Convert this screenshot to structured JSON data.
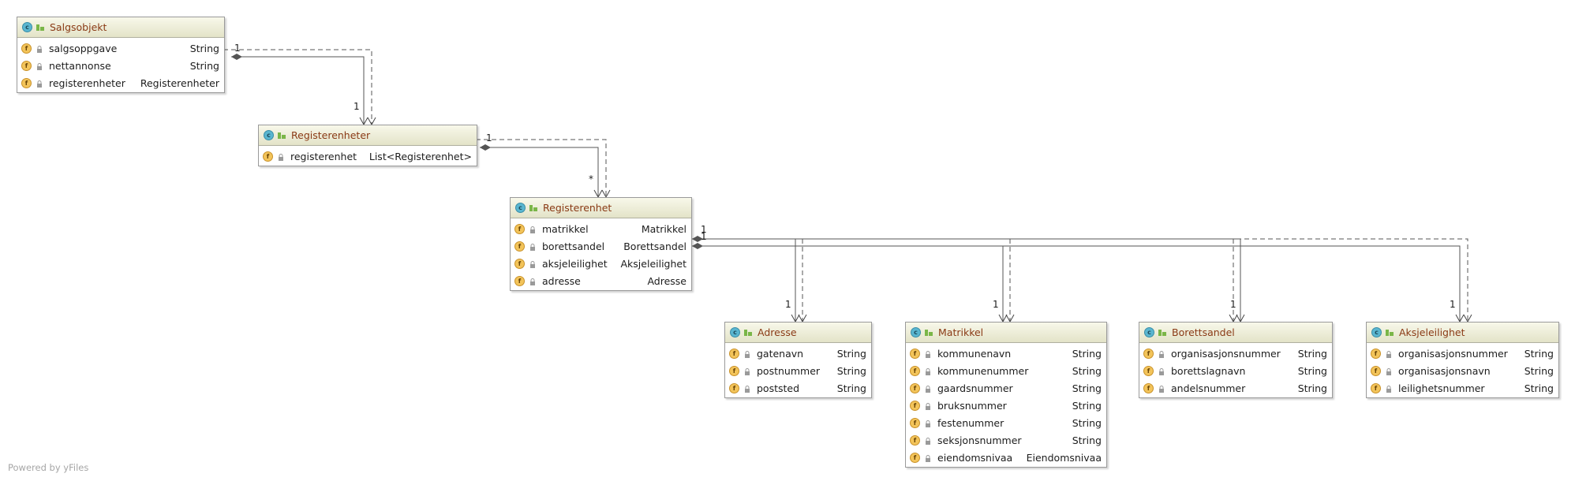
{
  "footer": {
    "powered_by": "Powered by yFiles"
  },
  "classes": {
    "salgsobjekt": {
      "name": "Salgsobjekt",
      "fields": [
        {
          "name": "salgsoppgave",
          "type": "String"
        },
        {
          "name": "nettannonse",
          "type": "String"
        },
        {
          "name": "registerenheter",
          "type": "Registerenheter"
        }
      ]
    },
    "registerenheter": {
      "name": "Registerenheter",
      "fields": [
        {
          "name": "registerenhet",
          "type": "List<Registerenhet>"
        }
      ]
    },
    "registerenhet": {
      "name": "Registerenhet",
      "fields": [
        {
          "name": "matrikkel",
          "type": "Matrikkel"
        },
        {
          "name": "borettsandel",
          "type": "Borettsandel"
        },
        {
          "name": "aksjeleilighet",
          "type": "Aksjeleilighet"
        },
        {
          "name": "adresse",
          "type": "Adresse"
        }
      ]
    },
    "adresse": {
      "name": "Adresse",
      "fields": [
        {
          "name": "gatenavn",
          "type": "String"
        },
        {
          "name": "postnummer",
          "type": "String"
        },
        {
          "name": "poststed",
          "type": "String"
        }
      ]
    },
    "matrikkel": {
      "name": "Matrikkel",
      "fields": [
        {
          "name": "kommunenavn",
          "type": "String"
        },
        {
          "name": "kommunenummer",
          "type": "String"
        },
        {
          "name": "gaardsnummer",
          "type": "String"
        },
        {
          "name": "bruksnummer",
          "type": "String"
        },
        {
          "name": "festenummer",
          "type": "String"
        },
        {
          "name": "seksjonsnummer",
          "type": "String"
        },
        {
          "name": "eiendomsnivaa",
          "type": "Eiendomsnivaa"
        }
      ]
    },
    "borettsandel": {
      "name": "Borettsandel",
      "fields": [
        {
          "name": "organisasjonsnummer",
          "type": "String"
        },
        {
          "name": "borettslagnavn",
          "type": "String"
        },
        {
          "name": "andelsnummer",
          "type": "String"
        }
      ]
    },
    "aksjeleilighet": {
      "name": "Aksjeleilighet",
      "fields": [
        {
          "name": "organisasjonsnummer",
          "type": "String"
        },
        {
          "name": "organisasjonsnavn",
          "type": "String"
        },
        {
          "name": "leilighetsnummer",
          "type": "String"
        }
      ]
    }
  },
  "multiplicities": {
    "salgsobjekt_source": "1",
    "registerenheter_target": "1",
    "registerenheter_source": "1",
    "registerenhet_target": "*",
    "registerenhet_source_a": "1",
    "registerenhet_source_b": "1",
    "adresse_target": "1",
    "matrikkel_target": "1",
    "borettsandel_target": "1",
    "aksjeleilighet_target": "1"
  },
  "icons": {
    "class_badge": "class-icon",
    "field_badge": "field-icon",
    "visibility": "public-icon",
    "field_visibility": "lock-icon",
    "class_badge_glyph": "c",
    "field_badge_glyph": "f"
  }
}
